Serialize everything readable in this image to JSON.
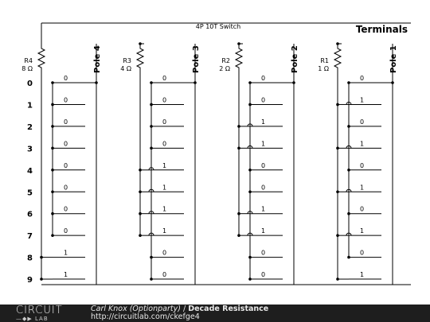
{
  "diagram": {
    "switch_label": "4P 10T Switch",
    "terminals_label": "Terminals",
    "positions": [
      "0",
      "1",
      "2",
      "3",
      "4",
      "5",
      "6",
      "7",
      "8",
      "9"
    ],
    "poles": [
      {
        "label": "Pole 4",
        "resistor": {
          "ref": "R4",
          "value": "8 Ω"
        },
        "bits": [
          "0",
          "0",
          "0",
          "0",
          "0",
          "0",
          "0",
          "0",
          "1",
          "1"
        ]
      },
      {
        "label": "Pole 3",
        "resistor": {
          "ref": "R3",
          "value": "4 Ω"
        },
        "bits": [
          "0",
          "0",
          "0",
          "0",
          "1",
          "1",
          "1",
          "1",
          "0",
          "0"
        ]
      },
      {
        "label": "Pole 2",
        "resistor": {
          "ref": "R2",
          "value": "2 Ω"
        },
        "bits": [
          "0",
          "0",
          "1",
          "1",
          "0",
          "0",
          "1",
          "1",
          "0",
          "0"
        ]
      },
      {
        "label": "Pole 1",
        "resistor": {
          "ref": "R1",
          "value": "1 Ω"
        },
        "bits": [
          "0",
          "1",
          "0",
          "1",
          "0",
          "1",
          "0",
          "1",
          "0",
          "1"
        ]
      }
    ]
  },
  "footer": {
    "logo_top": "CIRCUIT",
    "logo_bottom": "LAB",
    "author": "Carl Knox (Optionparty)",
    "separator": " / ",
    "title": "Decade Resistance",
    "url": "http://circuitlab.com/ckefge4"
  }
}
